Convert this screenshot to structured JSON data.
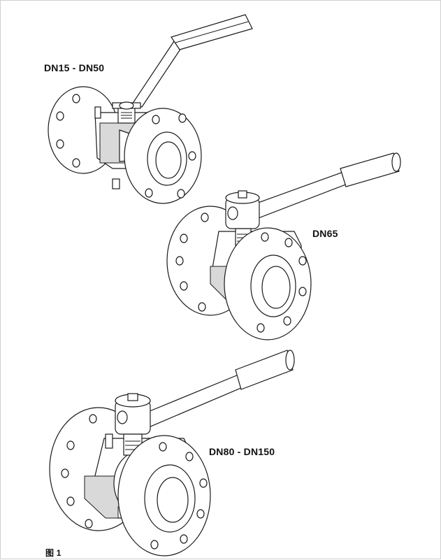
{
  "figure": {
    "labels": {
      "small_valve": "DN15 - DN50",
      "medium_valve": "DN65",
      "large_valve": "DN80 - DN150"
    },
    "caption": "图 1"
  },
  "colors": {
    "line": "#1a1a1a",
    "section_hatch": "#d9d9d9",
    "background": "#ffffff"
  }
}
